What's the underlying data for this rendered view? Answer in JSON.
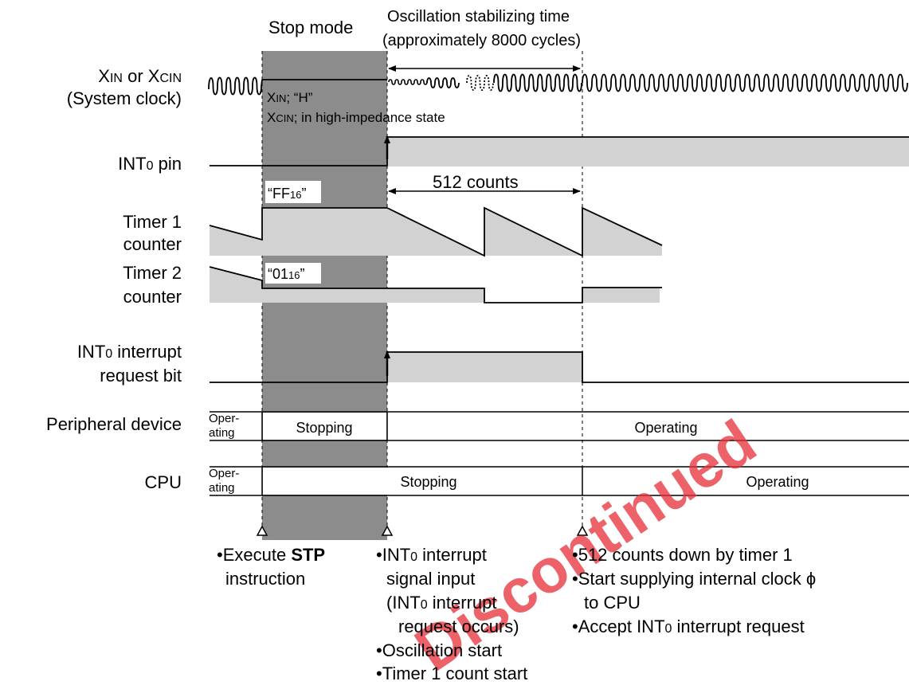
{
  "header": {
    "stop_mode": "Stop mode",
    "osc_title": "Oscillation stabilizing time",
    "osc_sub": "(approximately 8000 cycles)"
  },
  "signals": {
    "clock_l1_a": "X",
    "clock_l1_b": "IN",
    "clock_l1_c": " or X",
    "clock_l1_d": "CIN",
    "clock_l2": "(System clock)",
    "int0_a": "INT",
    "int0_b": "0",
    "int0_c": " pin",
    "t1_l1": "Timer 1",
    "t1_l2": "counter",
    "t2_l1": "Timer 2",
    "t2_l2": "counter",
    "irq_a": "INT",
    "irq_b": "0",
    "irq_c": " interrupt",
    "irq_l2": "request bit",
    "peri": "Peripheral device",
    "cpu": "CPU"
  },
  "notes": {
    "xin_a": "X",
    "xin_b": "IN",
    "xin_c": "; “H”",
    "xcin_a": "X",
    "xcin_b": "CIN",
    "xcin_c": "; in high-impedance state",
    "ff_a": "“FF",
    "ff_b": "16",
    "ff_c": "”",
    "v01_a": "“01",
    "v01_b": "16",
    "v01_c": "”",
    "counts": "512 counts"
  },
  "states": {
    "oper_1": "Oper-",
    "oper_2": "ating",
    "stopping": "Stopping",
    "operating": "Operating"
  },
  "events": {
    "e1_l1_a": "•Execute ",
    "e1_l1_b": "STP",
    "e1_l2": "instruction",
    "e2_l1_a": "•INT",
    "e2_l1_b": "0",
    "e2_l1_c": " interrupt",
    "e2_l2": "signal input",
    "e2_l3_a": "(INT",
    "e2_l3_b": "0",
    "e2_l3_c": " interrupt",
    "e2_l4": "request occurs)",
    "e2_l5": "•Oscillation start",
    "e2_l6": "•Timer 1 count start",
    "e3_l1": "•512 counts down by timer 1",
    "e3_l2": "•Start supplying internal clock ϕ",
    "e3_l3": "to CPU",
    "e3_l4_a": "•Accept INT",
    "e3_l4_b": "0",
    "e3_l4_c": " interrupt request"
  },
  "watermark": {
    "text": "Discontinued",
    "color": "#e8323c"
  },
  "colors": {
    "stop_shade": "#8c8c8c",
    "signal_fill": "#d2d2d2",
    "line": "#000000"
  }
}
